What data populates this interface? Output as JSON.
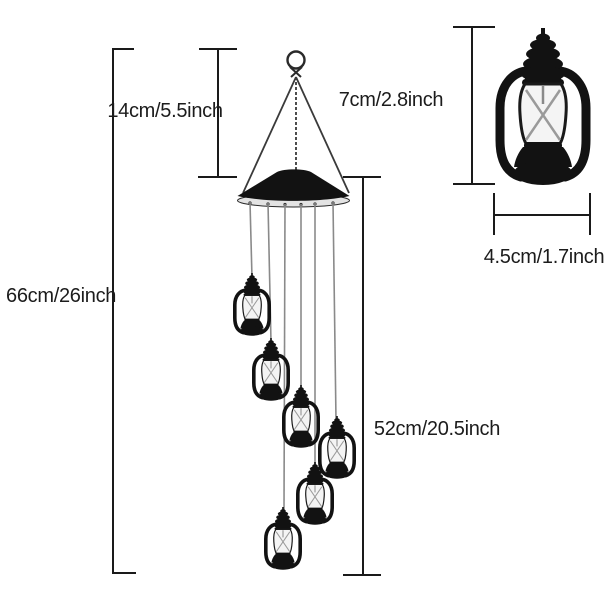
{
  "page": {
    "background": "#ffffff",
    "type": "product-dimension-diagram",
    "product": "solar lantern wind chime"
  },
  "diagram": {
    "lantern_count": 6,
    "labels": {
      "total_height": "66cm/26inch",
      "hanger_height": "14cm/5.5inch",
      "detail_lantern_height": "7cm/2.8inch",
      "chime_drop_height": "52cm/20.5inch",
      "detail_lantern_width": "4.5cm/1.7inch"
    },
    "colors": {
      "line": "#1a1a1a",
      "lantern_body": "#121212",
      "glass": "#f4f4f4",
      "glass_wire": "#9a9a9a",
      "string": "#8a8a8a",
      "panel_underside": "#e3e3e3"
    }
  }
}
